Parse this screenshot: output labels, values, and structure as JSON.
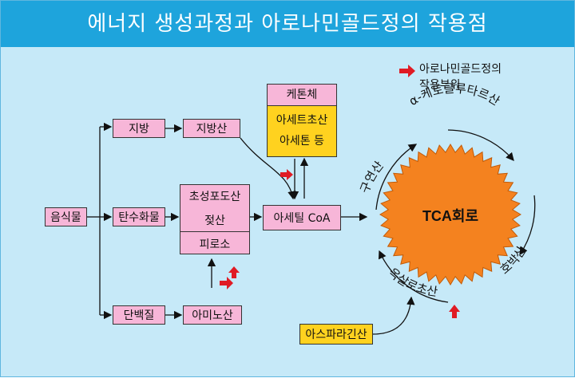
{
  "title": "에너지 생성과정과 아로나민골드정의 작용점",
  "legend": {
    "line1": "아로나민골드정의",
    "line2": "작용부위",
    "colors": {
      "marker": "#e01b24"
    }
  },
  "nodes": {
    "food": "음식물",
    "fat": "지방",
    "fatty_acid": "지방산",
    "carbohydrate": "탄수화물",
    "protein": "단백질",
    "amino_acid": "아미노산",
    "ketone_body": "케톤체",
    "acetoacetate": "아세트초산",
    "acetone": "아세톤 등",
    "glycolysis_top": "초성포도산",
    "glycolysis_mid": "젖산",
    "pyruvate": "피로소",
    "acetyl_coa": "아세틸 CoA",
    "asparaginic_acid": "아스파라긴산",
    "tca": "TCA회로"
  },
  "tca_labels": {
    "citric": "구연산",
    "ketoglutarate": "α-케토글루타르산",
    "succinate": "호박산",
    "oxaloacetate": "옥살로초산"
  },
  "colors": {
    "background": "#c6e9f8",
    "title_bar": "#1ea4dc",
    "pink": "#f7b6d8",
    "yellow": "#ffd21f",
    "tca": "#f4821f",
    "arrow": "#111111",
    "marker": "#e01b24"
  }
}
